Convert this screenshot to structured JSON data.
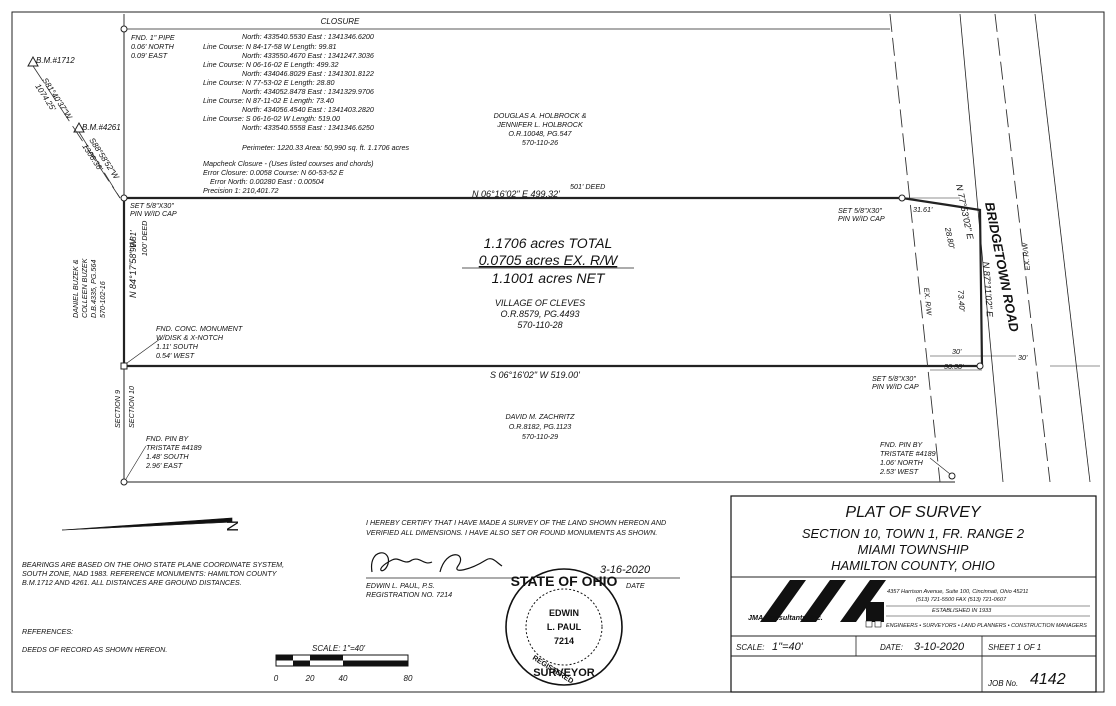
{
  "closure": {
    "title": "CLOSURE",
    "found_pipe": [
      "FND. 1\" PIPE",
      "0.06' NORTH",
      "0.09' EAST"
    ],
    "lines": [
      "North: 433540.5530          East : 1341346.6200",
      "Line  Course: N 84-17-58 W  Length: 99.81",
      "North: 433550.4670          East : 1341247.3036",
      "Line  Course: N 06-16-02 E  Length: 499.32",
      "North: 434046.8029          East : 1341301.8122",
      "Line  Course: N 77-53-02 E  Length: 28.80",
      "North: 434052.8478          East : 1341329.9706",
      "Line  Course: N 87-11-02 E  Length: 73.40",
      "North: 434056.4540          East : 1341403.2820",
      "Line  Course: S 06-16-02 W  Length: 519.00",
      "North: 433540.5558          East : 1341346.6250"
    ],
    "perimeter": "Perimeter: 1220.33   Area: 50,990 sq. ft. 1.1706 acres",
    "mapcheck": [
      "Mapcheck Closure - (Uses listed courses and chords)",
      "Error Closure: 0.0058              Course: N 60-53-52 E",
      "Error North: 0.00280               East : 0.00504",
      "Precision  1: 210,401.72"
    ]
  },
  "benchmarks": {
    "bm1712": "B.M.#1712",
    "bm4261": "B.M.#4261",
    "line1_bearing": "S81°40'37\"W",
    "line1_dist": "1074.25'",
    "line2_bearing": "S88°58'52\"W",
    "line2_dist": "1306.36'"
  },
  "owners": {
    "north": [
      "DOUGLAS A. HOLBROCK &",
      "JENNIFER L. HOLBROCK",
      "O.R.10048, PG.547",
      "570-110-26"
    ],
    "west": [
      "DANIEL BUZEK &",
      "COLLEEN BUZEK",
      "D.B.4335, PG.564",
      "570-102-16"
    ],
    "subject": [
      "VILLAGE OF CLEVES",
      "O.R.8579, PG.4493",
      "570-110-28"
    ],
    "south": [
      "DAVID M. ZACHRITZ",
      "O.R.8182, PG.1123",
      "570-110-29"
    ]
  },
  "acreage": {
    "total": "1.1706 acres TOTAL",
    "exrw": "0.0705 acres EX. R/W",
    "net": "1.1001 acres NET"
  },
  "courses": {
    "north_deed": "501' DEED",
    "north": "N 06°16'02\" E   499.32'",
    "west": "N 84°17'58\" W",
    "west_dist": "99.81'",
    "west_deed": "100' DEED",
    "south": "S 06°16'02\" W    519.00'",
    "east1": "N 77°53'02\" E",
    "east1_dist": "28.80'",
    "east2": "N 87°11'02\" E",
    "east2_dist": "73.40'",
    "dim_31": "31.61'",
    "dim_30a": "30'",
    "dim_30b": "30'",
    "dim_3038": "30.38'",
    "exrw1": "EX. R/W",
    "exrw2": "EX. R/W"
  },
  "road": "BRIDGETOWN ROAD",
  "monuments": {
    "set_nw": [
      "SET 5/8\"X30\"",
      "PIN W/ID CAP"
    ],
    "set_ne": [
      "SET 5/8\"X30\"",
      "PIN W/ID CAP"
    ],
    "set_se": [
      "SET 5/8\"X30\"",
      "PIN W/ID CAP"
    ],
    "conc": [
      "FND. CONC. MONUMENT",
      "W/DISK & X-NOTCH",
      "1.11' SOUTH",
      "0.54' WEST"
    ],
    "pin_sw": [
      "FND. PIN BY",
      "TRISTATE #4189",
      "1.48' SOUTH",
      "2.96' EAST"
    ],
    "pin_se": [
      "FND. PIN BY",
      "TRISTATE #4189",
      "1.06' NORTH",
      "2.53' WEST"
    ]
  },
  "sections": {
    "s9": "SECTION 9",
    "s10": "SECTION 10"
  },
  "north_letter": "N",
  "notes": {
    "bearings": [
      "BEARINGS ARE BASED ON THE OHIO STATE PLANE COORDINATE SYSTEM,",
      "SOUTH ZONE, NAD 1983.  REFERENCE MONUMENTS: HAMILTON COUNTY",
      "B.M.1712 AND 4261.  ALL DISTANCES ARE GROUND DISTANCES."
    ],
    "references_title": "REFERENCES:",
    "references": "DEEDS OF RECORD AS SHOWN HEREON."
  },
  "scale_bar": {
    "label": "SCALE:  1\"=40'",
    "ticks": [
      "0",
      "20",
      "40",
      "80"
    ]
  },
  "certification": [
    "I HEREBY CERTIFY THAT I HAVE MADE A SURVEY OF THE LAND SHOWN HEREON AND",
    "VERIFIED ALL DIMENSIONS.  I HAVE ALSO SET OR FOUND MONUMENTS AS SHOWN."
  ],
  "surveyor": {
    "signed_date": "3-16-2020",
    "date_label": "DATE",
    "name": "EDWIN L. PAUL, P.S.",
    "registration": "REGISTRATION NO. 7214"
  },
  "seal": {
    "top": "STATE OF OHIO",
    "bottom": "SURVEYOR",
    "side": "REGISTERED",
    "name1": "EDWIN",
    "name2": "L. PAUL",
    "number": "7214"
  },
  "title_block": {
    "title": "PLAT OF SURVEY",
    "line1": "SECTION 10, TOWN 1, FR. RANGE 2",
    "line2": "MIAMI TOWNSHIP",
    "line3": "HAMILTON COUNTY, OHIO",
    "company": "JMA Consultants, Inc.",
    "address": "4357 Harrison Avenue, Suite 100, Cincinnati, Ohio 45211",
    "phone": "(513) 721-5500 FAX (513) 721-0607",
    "established": "ESTABLISHED IN 1933",
    "services": "ENGINEERS • SURVEYORS • LAND PLANNERS • CONSTRUCTION MANAGERS",
    "scale_label": "SCALE:",
    "scale_value": "1\"=40'",
    "date_label": "DATE:",
    "date_value": "3-10-2020",
    "sheet": "SHEET 1 OF  1",
    "job_label": "JOB No.",
    "job_value": "4142"
  },
  "colors": {
    "ink": "#111111",
    "paper": "#ffffff"
  }
}
